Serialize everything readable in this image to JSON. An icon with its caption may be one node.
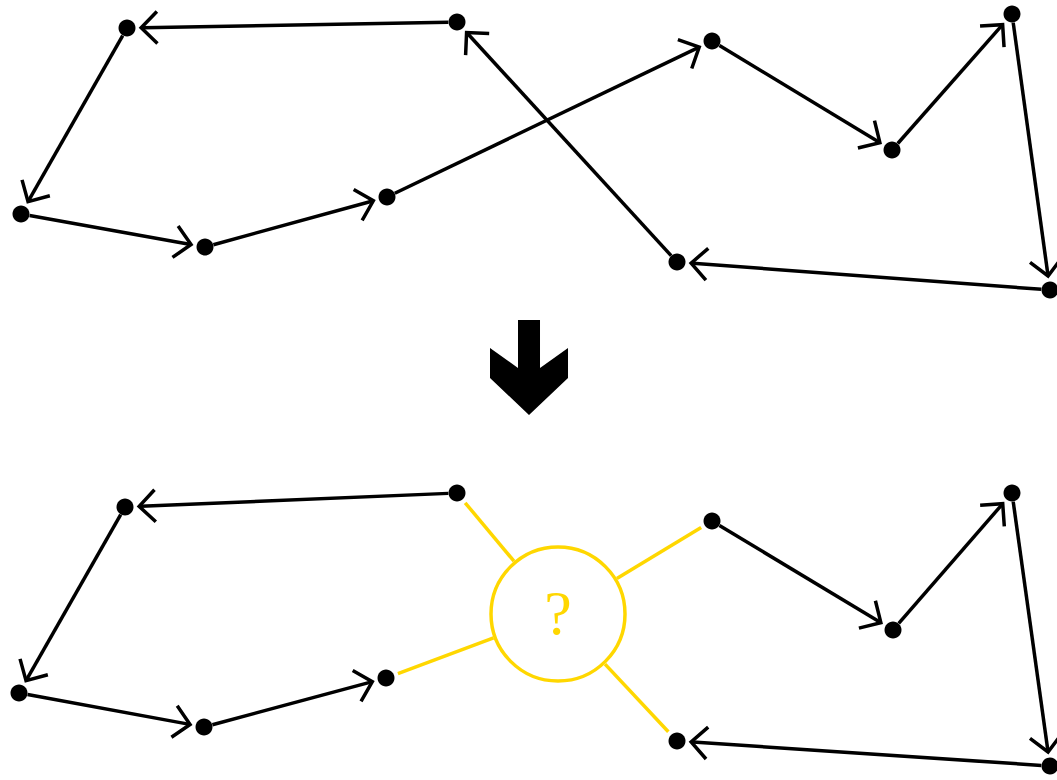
{
  "diagram": {
    "nodes": [
      {
        "text": [],
        "shape": "circle"
      },
      {
        "text": [],
        "shape": "circle"
      },
      {
        "text": [],
        "shape": "circle"
      },
      {
        "text": [],
        "shape": "circle"
      },
      {
        "text": [],
        "shape": "circle"
      },
      {
        "text": [],
        "shape": "circle"
      },
      {
        "text": [],
        "shape": "circle"
      },
      {
        "text": [],
        "shape": "circle"
      },
      {
        "text": [],
        "shape": "circle"
      },
      {
        "text": [],
        "shape": "circle"
      },
      {
        "text": [],
        "shape": "circle"
      },
      {
        "text": [],
        "shape": "circle"
      },
      {
        "text": [],
        "shape": "circle"
      },
      {
        "text": [],
        "shape": "circle"
      },
      {
        "text": [],
        "shape": "circle"
      },
      {
        "text": [],
        "shape": "circle"
      },
      {
        "text": [],
        "shape": "circle"
      },
      {
        "text": [],
        "shape": "circle"
      },
      {
        "text": [],
        "shape": "circle"
      },
      {
        "text": [],
        "shape": "circle"
      },
      {
        "text": [
          "?"
        ]
      }
    ],
    "edges": [
      {
        "from": 1,
        "to": 0,
        "arrow": "to"
      },
      {
        "from": 0,
        "to": 2,
        "arrow": "to"
      },
      {
        "from": 2,
        "to": 3,
        "arrow": "to"
      },
      {
        "from": 3,
        "to": 4,
        "arrow": "to"
      },
      {
        "from": 4,
        "to": 5,
        "arrow": "to"
      },
      {
        "from": 5,
        "to": 6,
        "arrow": "to"
      },
      {
        "from": 6,
        "to": 7,
        "arrow": "to"
      },
      {
        "from": 7,
        "to": 8,
        "arrow": "to"
      },
      {
        "from": 8,
        "to": 9,
        "arrow": "to"
      },
      {
        "from": 9,
        "to": 1,
        "arrow": "to"
      },
      {
        "from": 11,
        "to": 10,
        "arrow": "to"
      },
      {
        "from": 10,
        "to": 12,
        "arrow": "to"
      },
      {
        "from": 12,
        "to": 13,
        "arrow": "to"
      },
      {
        "from": 13,
        "to": 14,
        "arrow": "to"
      },
      {
        "from": 15,
        "to": 16,
        "arrow": "to"
      },
      {
        "from": 16,
        "to": 17,
        "arrow": "to"
      },
      {
        "from": 17,
        "to": 18,
        "arrow": "to"
      },
      {
        "from": 18,
        "to": 19,
        "arrow": "to"
      },
      {
        "from": 11,
        "to": 20,
        "arrow": "none",
        "color": "#ffd700"
      },
      {
        "from": 15,
        "to": 20,
        "arrow": "none",
        "color": "#ffd700"
      },
      {
        "from": 14,
        "to": 20,
        "arrow": "none",
        "color": "#ffd700"
      },
      {
        "from": 19,
        "to": 20,
        "arrow": "none",
        "color": "#ffd700"
      }
    ]
  }
}
